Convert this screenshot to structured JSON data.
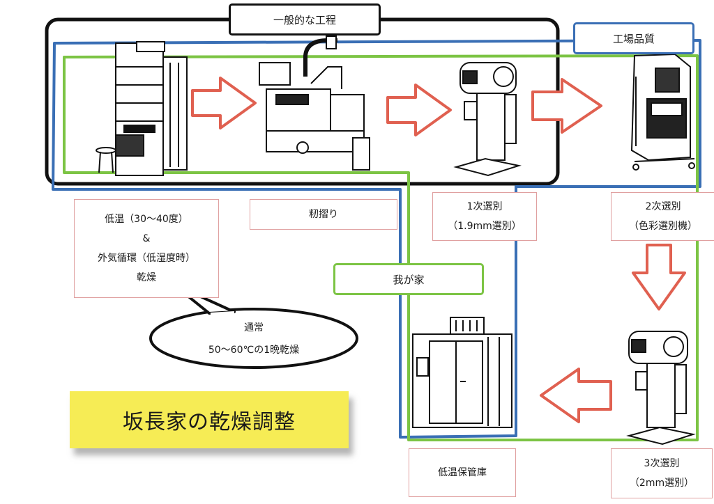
{
  "tags": {
    "general_process": "一般的な工程",
    "factory_quality": "工場品質",
    "our_home": "我が家"
  },
  "labels": {
    "drying": [
      "低温（30〜40度）",
      "&",
      "外気循環（低湿度時）",
      "乾燥"
    ],
    "hulling": "籾摺り",
    "first_sort": [
      "1次選別",
      "（1.9mm選別）"
    ],
    "second_sort": [
      "2次選別",
      "（色彩選別機）"
    ],
    "third_sort": [
      "3次選別",
      "（2mm選別）"
    ],
    "storage": "低温保管庫"
  },
  "bubble": [
    "通常",
    "50〜60℃の1晩乾燥"
  ],
  "title": "坂長家の乾燥調整",
  "colors": {
    "black_frame": "#111111",
    "blue_frame": "#3a6fb5",
    "green_frame": "#7cc444",
    "arrow": "#e06050",
    "title_bg": "#f6ec55"
  },
  "icons": [
    "grain-dryer-icon",
    "rice-huller-icon",
    "grain-sorter-icon",
    "color-sorter-icon",
    "grain-sorter-icon",
    "cold-storage-icon"
  ]
}
